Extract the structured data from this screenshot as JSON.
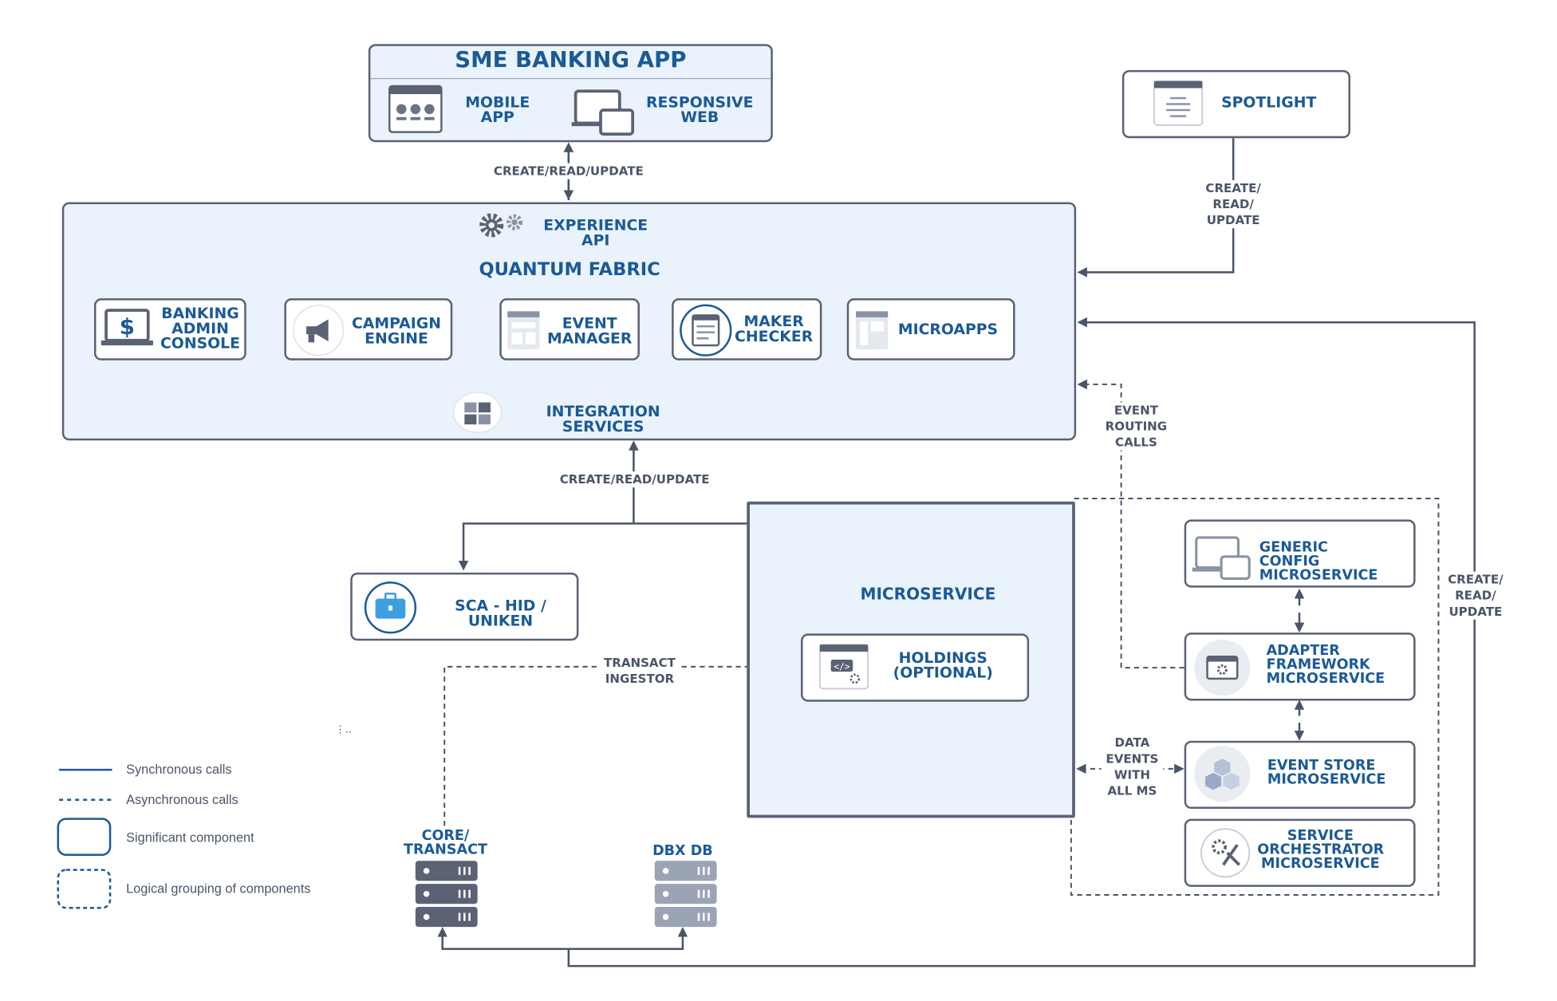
{
  "sme_app": {
    "title": "SME BANKING APP",
    "mobile": "MOBILE\nAPP",
    "web": "RESPONSIVE\nWEB"
  },
  "spotlight": {
    "label": "SPOTLIGHT"
  },
  "experience_api": {
    "label": "EXPERIENCE API"
  },
  "quantum_fabric": {
    "label": "QUANTUM FABRIC",
    "modules": {
      "banking_admin": "BANKING\nADMIN\nCONSOLE",
      "campaign": "CAMPAIGN\nENGINE",
      "event_manager": "EVENT\nMANAGER",
      "maker_checker": "MAKER\nCHECKER",
      "microapps": "MICROAPPS"
    }
  },
  "integration_services": {
    "label": "INTEGRATION SERVICES"
  },
  "sca": {
    "label": "SCA - HID / UNIKEN"
  },
  "microservice": {
    "label": "MICROSERVICE",
    "holdings": "HOLDINGS\n(OPTIONAL)"
  },
  "services": {
    "generic_config": "GENERIC CONFIG\nMICROSERVICE",
    "adapter": "ADAPTER\nFRAMEWORK\nMICROSERVICE",
    "event_store": "EVENT STORE\nMICROSERVICE",
    "orchestrator": "SERVICE\nORCHESTRATOR\nMICROSERVICE"
  },
  "databases": {
    "core": "CORE/\nTRANSACT",
    "dbx": "DBX DB"
  },
  "connectors": {
    "app_to_api": "CREATE/READ/UPDATE",
    "spotlight": "CREATE/\nREAD/\nUPDATE",
    "event_routing": "EVENT ROUTING\nCALLS",
    "integration_down": "CREATE/READ/UPDATE",
    "transact_ingestor": "TRANSACT\nINGESTOR",
    "data_events": "DATA\nEVENTS\nWITH\nALL MS",
    "right_loop": "CREATE/\nREAD/\nUPDATE",
    "stray_mark": "⋮.."
  },
  "legend": {
    "sync": "Synchronous calls",
    "async": "Asynchronous calls",
    "significant": "Significant component",
    "logical": "Logical grouping of components"
  },
  "colors": {
    "accent": "#1b5a96",
    "line": "#4a5568",
    "panel": "#eaf3fb",
    "border": "#5a6274"
  },
  "icons": [
    "app-grid-icon",
    "devices-icon",
    "document-icon",
    "gears-icon",
    "dollar-laptop-icon",
    "megaphone-icon",
    "window-icon",
    "checklist-icon",
    "microapp-icon",
    "puzzle-icon",
    "briefcase-icon",
    "code-window-icon",
    "laptop-icon",
    "settings-window-icon",
    "cubes-icon",
    "tools-icon",
    "server-icon"
  ]
}
